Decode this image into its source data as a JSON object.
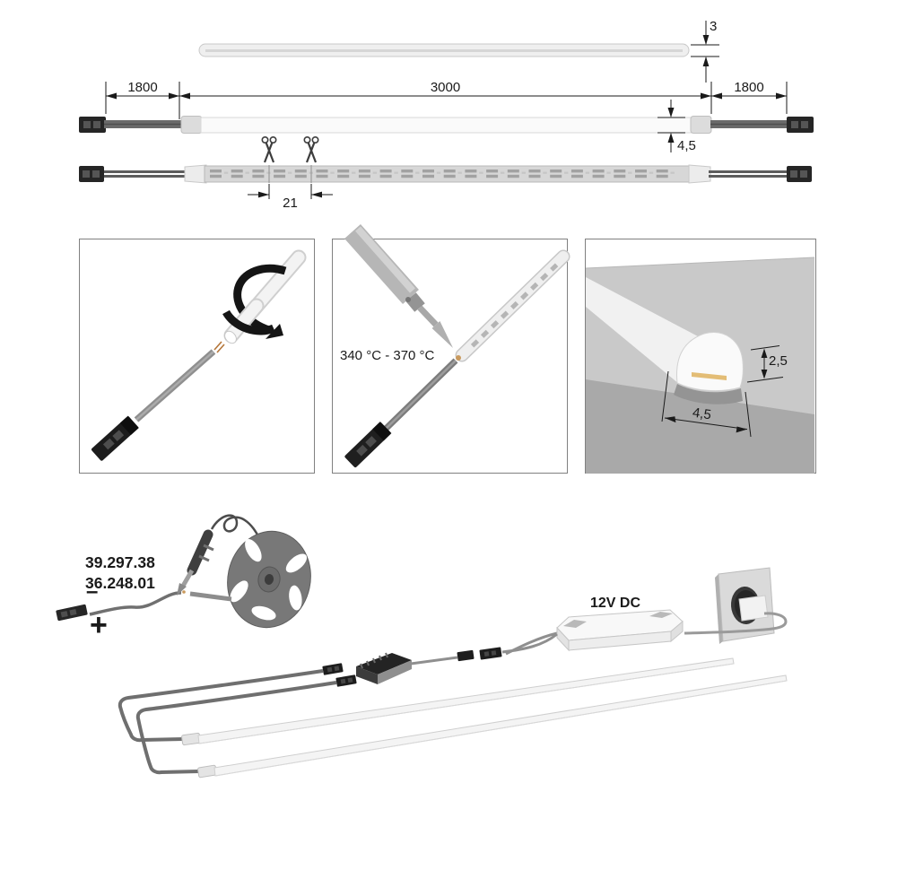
{
  "drawing": {
    "thickness": "3",
    "lead_left": "1800",
    "strip_length": "3000",
    "lead_right": "1800",
    "strip_height": "4,5",
    "cut_spacing": "21"
  },
  "steps": {
    "temperature_range": "340 °C - 370 °C",
    "recess_depth": "2,5",
    "recess_width": "4,5"
  },
  "wiring": {
    "article_number_1": "39.297.38",
    "article_number_2": "36.248.01",
    "minus": "–",
    "plus": "+",
    "power": "12V DC"
  }
}
